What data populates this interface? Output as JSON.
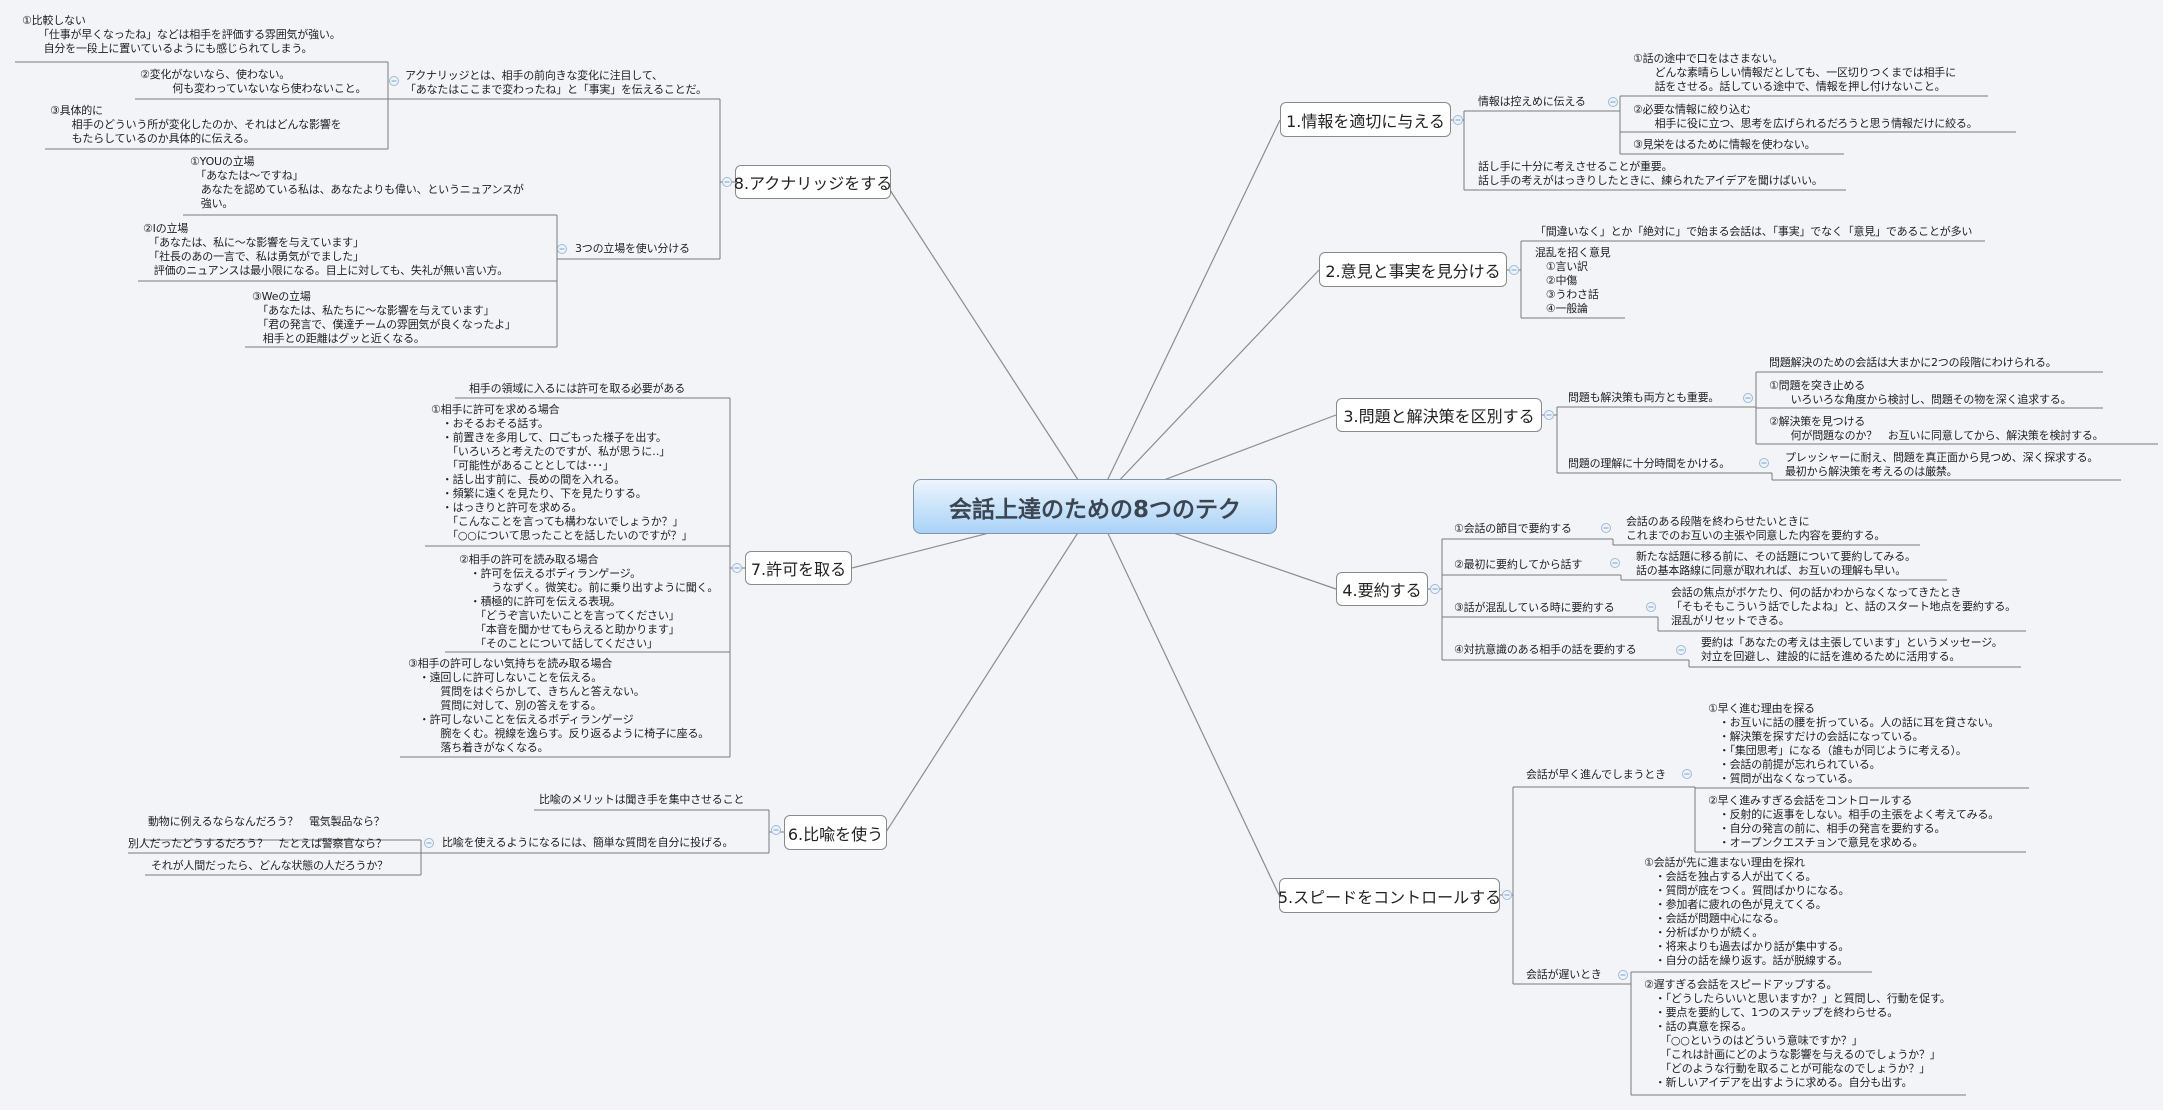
{
  "center": {
    "title": "会話上達のための8つのテク",
    "accent": "#a9d2f7"
  },
  "b1": {
    "title": "1.情報を適切に与える",
    "sub1": "情報は控えめに伝える",
    "c1": "①話の途中で口をはさまない。\n　　どんな素晴らしい情報だとしても、一区切りつくまでは相手に\n　　話をさせる。話している途中で、情報を押し付けないこと。",
    "c2": "②必要な情報に絞り込む\n　　相手に役に立つ、思考を広げられるだろうと思う情報だけに絞る。",
    "c3": "③見栄をはるために情報を使わない。",
    "sub2": "話し手に十分に考えさせることが重要。\n話し手の考えがはっきりしたときに、練られたアイデアを聞けばいい。"
  },
  "b2": {
    "title": "2.意見と事実を見分ける",
    "sub1": "「間違いなく」とか「絶対に」で始まる会話は、「事実」でなく「意見」であることが多い",
    "sub2": "混乱を招く意見\n　①言い訳\n　②中傷\n　③うわさ話\n　④一般論"
  },
  "b3": {
    "title": "3.問題と解決策を区別する",
    "sub1": "問題も解決策も両方とも重要。",
    "c0": "問題解決のための会話は大まかに2つの段階にわけられる。",
    "c1": "①問題を突き止める\n　　いろいろな角度から検討し、問題その物を深く追求する。",
    "c2": "②解決策を見つける\n　　何が問題なのか？　お互いに同意してから、解決策を検討する。",
    "sub2": "問題の理解に十分時間をかける。",
    "c3": "プレッシャーに耐え、問題を真正面から見つめ、深く探求する。\n最初から解決策を考えるのは厳禁。"
  },
  "b4": {
    "title": "4.要約する",
    "s1": "①会話の節目で要約する",
    "d1": "会話のある段階を終わらせたいときに\nこれまでのお互いの主張や同意した内容を要約する。",
    "s2": "②最初に要約してから話す",
    "d2": "新たな話題に移る前に、その話題について要約してみる。\n話の基本路線に同意が取れれば、お互いの理解も早い。",
    "s3": "③話が混乱している時に要約する",
    "d3": "会話の焦点がボケたり、何の話かわからなくなってきたとき\n「そもそもこういう話でしたよね」と、話のスタート地点を要約する。\n混乱がリセットできる。",
    "s4": "④対抗意識のある相手の話を要約する",
    "d4": "要約は「あなたの考えは主張しています」というメッセージ。\n対立を回避し、建設的に話を進めるために活用する。"
  },
  "b5": {
    "title": "5.スピードをコントロールする",
    "fast": "会話が早く進んでしまうとき",
    "fast1": "①早く進む理由を探る\n　・お互いに話の腰を折っている。人の話に耳を貸さない。\n　・解決策を探すだけの会話になっている。\n　・「集団思考」になる（誰もが同じように考える）。\n　・会話の前提が忘れられている。\n　・質問が出なくなっている。",
    "fast2": "②早く進みすぎる会話をコントロールする\n　・反射的に返事をしない。相手の主張をよく考えてみる。\n　・自分の発言の前に、相手の発言を要約する。\n　・オープンクエスチョンで意見を求める。",
    "slow": "会話が遅いとき",
    "slow1": "①会話が先に進まない理由を探れ\n　・会話を独占する人が出てくる。\n　・質問が底をつく。質問ばかりになる。\n　・参加者に疲れの色が見えてくる。\n　・会話が問題中心になる。\n　・分析ばかりが続く。\n　・将来よりも過去ばかり話が集中する。\n　・自分の話を繰り返す。話が脱線する。",
    "slow2": "②遅すぎる会話をスピードアップする。\n　・「どうしたらいいと思いますか？」と質問し、行動を促す。\n　・要点を要約して、1つのステップを終わらせる。\n　・話の真意を探る。\n　　「○○というのはどういう意味ですか？」\n　　「これは計画にどのような影響を与えるのでしょうか？」\n　　「どのような行動を取ることが可能なのでしょうか？」\n　・新しいアイデアを出すように求める。自分も出す。"
  },
  "b6": {
    "title": "6.比喩を使う",
    "merit": "比喩のメリットは聞き手を集中させること",
    "how": "比喩を使えるようになるには、簡単な質問を自分に投げる。",
    "q1": "動物に例えるならなんだろう？　電気製品なら？",
    "q2": "別人だったどうするだろう？　たとえば警察官なら？",
    "q3": "それが人間だったら、どんな状態の人だろうか？"
  },
  "b7": {
    "title": "7.許可を取る",
    "intro": "相手の領域に入るには許可を取る必要がある",
    "c1": "①相手に許可を求める場合\n　・おそるおそる話す。\n　・前置きを多用して、口ごもった様子を出す。\n　　「いろいろと考えたのですが、私が思うに‥」\n　　「可能性があることとしては･･･」\n　・話し出す前に、長めの間を入れる。\n　・頻繁に遠くを見たり、下を見たりする。\n　・はっきりと許可を求める。\n　　「こんなことを言っても構わないでしょうか？」\n　　「○○について思ったことを話したいのですが？」",
    "c2": "②相手の許可を読み取る場合\n　・許可を伝えるボディランゲージ。\n　　　うなずく。微笑む。前に乗り出すように聞く。\n　・積極的に許可を伝える表現。\n　　「どうぞ言いたいことを言ってください」\n　　「本音を聞かせてもらえると助かります」\n　　「そのことについて話してください」",
    "c3": "③相手の許可しない気持ちを読み取る場合\n　・遠回しに許可しないことを伝える。\n　　　質問をはぐらかして、きちんと答えない。\n　　　質問に対して、別の答えをする。\n　・許可しないことを伝えるボディランゲージ\n　　　腕をくむ。視線を逸らす。反り返るように椅子に座る。\n　　　落ち着きがなくなる。"
  },
  "b8": {
    "title": "8.アクナリッジをする",
    "definition": "アクナリッジとは、相手の前向きな変化に注目して、\n「あなたはここまで変わったね」と「事実」を伝えることだ。",
    "c1": "①比較しない\n　　「仕事が早くなったね」などは相手を評価する雰囲気が強い。\n　　自分を一段上に置いているようにも感じられてしまう。",
    "c2": "②変化がないなら、使わない。\n　　　何も変わっていないなら使わないこと。",
    "c3": "③具体的に\n　　相手のどういう所が変化したのか、それはどんな影響を\n　　もたらしているのか具体的に伝える。",
    "stances": "3つの立場を使い分ける",
    "you": "①YOUの立場\n　「あなたは～ですね」\n　あなたを認めている私は、あなたよりも偉い、というニュアンスが\n　強い。",
    "i": "②Iの立場\n　「あなたは、私に～な影響を与えています」\n　「社長のあの一言で、私は勇気がでました」\n　評価のニュアンスは最小限になる。目上に対しても、失礼が無い言い方。",
    "we": "③Weの立場\n　「あなたは、私たちに～な影響を与えています」\n　「君の発言で、僕達チームの雰囲気が良くなったよ」\n　相手との距離はグッと近くなる。"
  },
  "icons": {
    "collapse": "collapse-toggle-icon"
  }
}
